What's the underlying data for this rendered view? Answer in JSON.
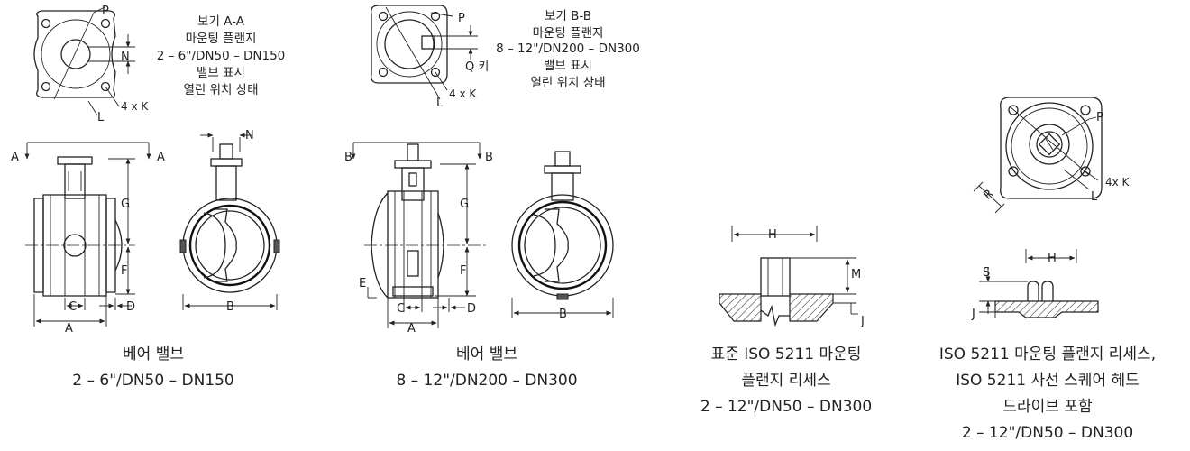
{
  "view_aa": {
    "title": "보기 A-A",
    "line1": "마운팅 플랜지",
    "line2": "2 – 6\"/DN50 – DN150",
    "line3": "밸브 표시",
    "line4": "열린 위치 상태"
  },
  "view_bb": {
    "title": "보기 B-B",
    "line1": "마운팅 플랜지",
    "line2": "8 – 12\"/DN200 – DN300",
    "line3": "밸브 표시",
    "line4": "열린 위치 상태"
  },
  "labels": {
    "P": "P",
    "N": "N",
    "L": "L",
    "K4": "4 x K",
    "K4b": "4x K",
    "Qkey": "Q 키",
    "A": "A",
    "B": "B",
    "C": "C",
    "D": "D",
    "E": "E",
    "F": "F",
    "G": "G",
    "H": "H",
    "J": "J",
    "M": "M",
    "R": "R",
    "S": "S"
  },
  "captions": {
    "c1_line1": "베어 밸브",
    "c1_line2": "2 – 6\"/DN50 – DN150",
    "c2_line1": "베어 밸브",
    "c2_line2": "8 – 12\"/DN200 – DN300",
    "c3_line1": "표준 ISO 5211 마운팅",
    "c3_line2": "플랜지 리세스",
    "c3_line3": "2 – 12\"/DN50 – DN300",
    "c4_line1": "ISO 5211 마운팅 플랜지 리세스,",
    "c4_line2": "ISO 5211 사선 스퀘어 헤드",
    "c4_line3": "드라이브 포함",
    "c4_line4": "2 – 12\"/DN50 – DN300"
  }
}
